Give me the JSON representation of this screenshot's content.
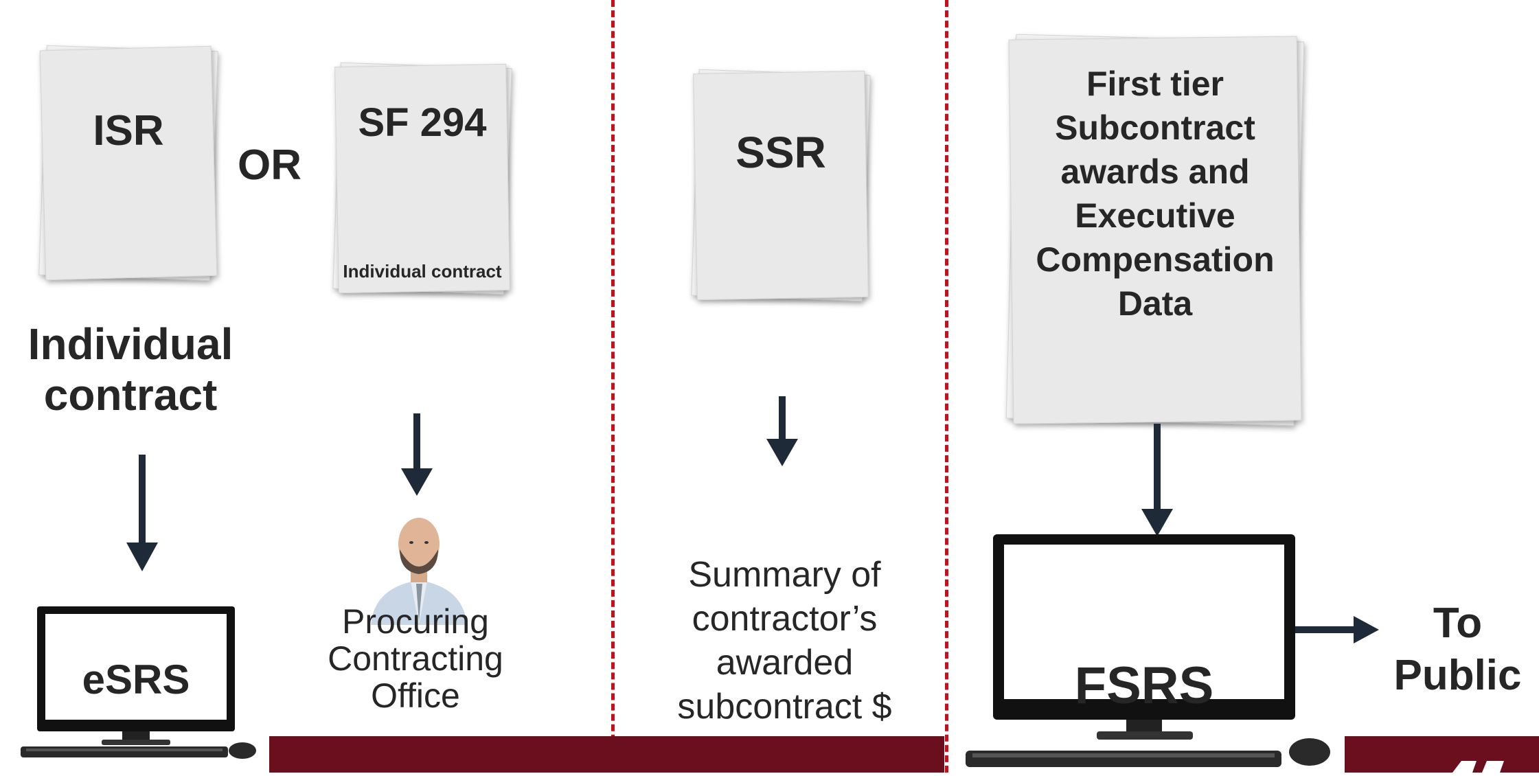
{
  "docs": {
    "isr": "ISR",
    "sf294": "SF 294",
    "sf294_sub": "Individual contract",
    "ssr": "SSR",
    "first_tier": [
      "First tier",
      "Subcontract",
      "awards and",
      "Executive",
      "Compensation",
      "Data"
    ]
  },
  "or_label": "OR",
  "individual_contract": [
    "Individual",
    "contract"
  ],
  "procuring": [
    "Procuring",
    "Contracting",
    "Office"
  ],
  "summary": [
    "Summary of",
    "contractor’s",
    "awarded",
    "subcontract $"
  ],
  "systems": {
    "esrs": "eSRS",
    "fsrs": "FSRS"
  },
  "to_public": [
    "To",
    "Public"
  ],
  "colors": {
    "divider": "#c1121f",
    "bar": "#6b0f1e",
    "arrow": "#1f2a38"
  }
}
